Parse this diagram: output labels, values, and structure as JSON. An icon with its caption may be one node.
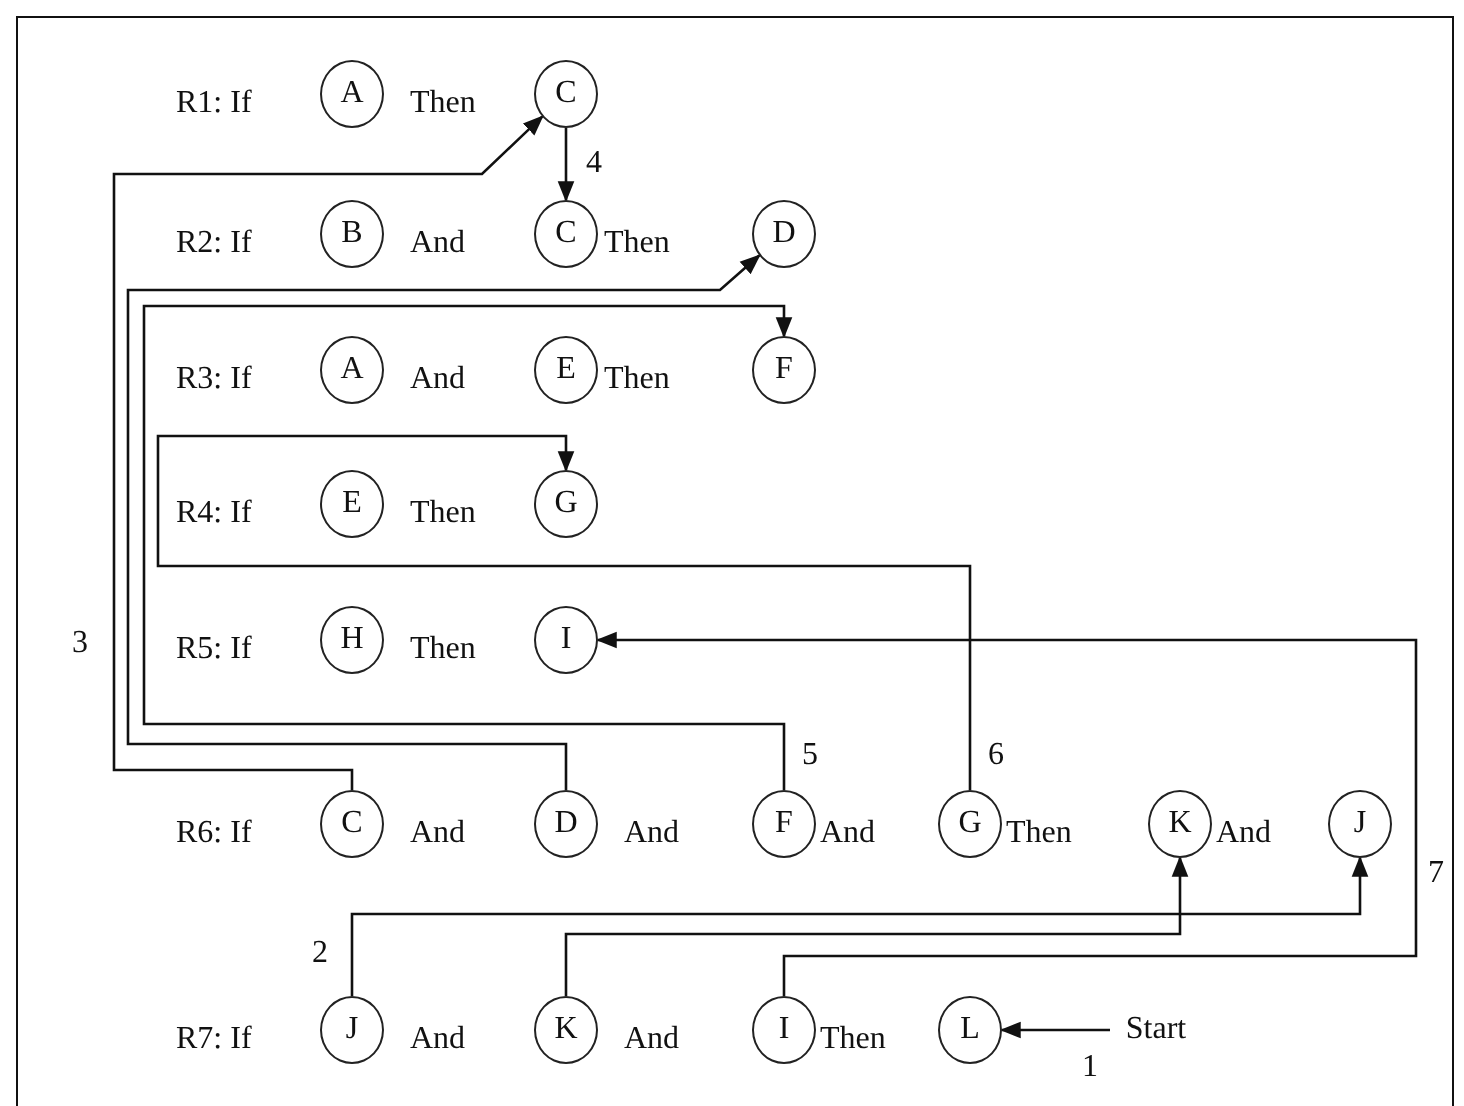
{
  "diagram": {
    "nodes": [
      {
        "text": [
          "A"
        ]
      },
      {
        "text": [
          "C"
        ]
      },
      {
        "text": [
          "B"
        ]
      },
      {
        "text": [
          "C"
        ]
      },
      {
        "text": [
          "D"
        ]
      },
      {
        "text": [
          "A"
        ]
      },
      {
        "text": [
          "E"
        ]
      },
      {
        "text": [
          "F"
        ]
      },
      {
        "text": [
          "E"
        ]
      },
      {
        "text": [
          "G"
        ]
      },
      {
        "text": [
          "H"
        ]
      },
      {
        "text": [
          "I"
        ]
      },
      {
        "text": [
          "C"
        ]
      },
      {
        "text": [
          "D"
        ]
      },
      {
        "text": [
          "F"
        ]
      },
      {
        "text": [
          "G"
        ]
      },
      {
        "text": [
          "K"
        ]
      },
      {
        "text": [
          "J"
        ]
      },
      {
        "text": [
          "J"
        ]
      },
      {
        "text": [
          "K"
        ]
      },
      {
        "text": [
          "I"
        ]
      },
      {
        "text": [
          "L"
        ]
      },
      {
        "text": [
          "Start"
        ]
      }
    ],
    "edges": [
      {
        "from": 22,
        "to": 21,
        "arrow": "to",
        "label": "1"
      },
      {
        "from": 18,
        "to": 17,
        "arrow": "to",
        "label": "2"
      },
      {
        "from": 19,
        "to": 16,
        "arrow": "to"
      },
      {
        "from": 20,
        "to": 11,
        "arrow": "to",
        "label": "7"
      },
      {
        "from": 12,
        "to": 1,
        "arrow": "to",
        "label": "3"
      },
      {
        "from": 1,
        "to": 3,
        "arrow": "to",
        "label": "4"
      },
      {
        "from": 13,
        "to": 4,
        "arrow": "to"
      },
      {
        "from": 14,
        "to": 7,
        "arrow": "to",
        "label": "5"
      },
      {
        "from": 15,
        "to": 9,
        "arrow": "to",
        "label": "6"
      }
    ],
    "labels": [
      "R1: If",
      "Then",
      "R2: If",
      "And",
      "Then",
      "R3: If",
      "And",
      "Then",
      "R4: If",
      "Then",
      "R5: If",
      "Then",
      "R6: If",
      "And",
      "And",
      "And",
      "Then",
      "And",
      "R7: If",
      "And",
      "And",
      "Then"
    ]
  }
}
